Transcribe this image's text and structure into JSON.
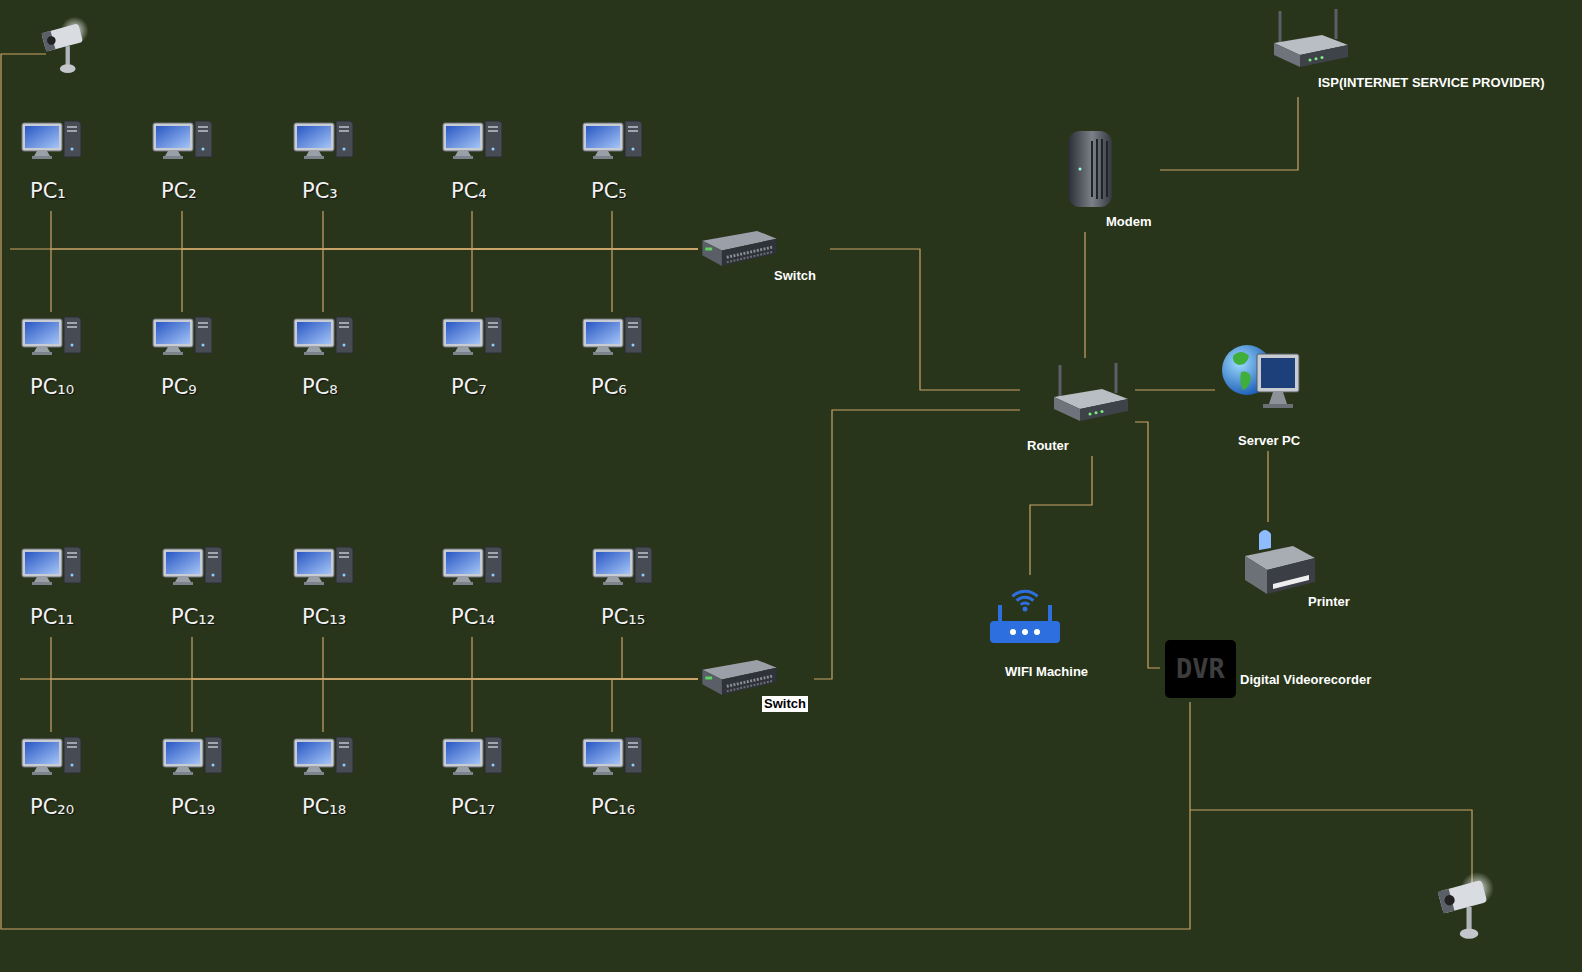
{
  "diagram": {
    "nodes": [
      {
        "text": [
          "PC₁"
        ]
      },
      {
        "text": [
          "PC₂"
        ]
      },
      {
        "text": [
          "PC₃"
        ]
      },
      {
        "text": [
          "PC₄"
        ]
      },
      {
        "text": [
          "PC₅"
        ]
      },
      {
        "text": [
          "ISP(INTERNET SERVICE PROVIDER)"
        ]
      },
      {
        "text": [
          "Modem"
        ]
      },
      {
        "text": [
          "Switch"
        ]
      },
      {
        "text": [
          "PC₁₀"
        ]
      },
      {
        "text": [
          "PC₉"
        ]
      },
      {
        "text": [
          "PC₈"
        ]
      },
      {
        "text": [
          "PC₇"
        ]
      },
      {
        "text": [
          "PC₆"
        ]
      },
      {
        "text": [
          "Router"
        ]
      },
      {
        "text": [
          "Server PC"
        ]
      },
      {
        "text": [
          "Printer"
        ]
      },
      {
        "text": [
          "PC₁₁"
        ]
      },
      {
        "text": [
          "PC₁₂"
        ]
      },
      {
        "text": [
          "PC₁₃"
        ]
      },
      {
        "text": [
          "PC₁₄"
        ]
      },
      {
        "text": [
          "PC₁₅"
        ]
      },
      {
        "text": [
          "WIFI Machine"
        ]
      },
      {
        "text": [
          "Switch"
        ]
      },
      {
        "text": [
          "DVR",
          "Digital Videorecorder"
        ]
      },
      {
        "text": [
          "PC₂₀"
        ]
      },
      {
        "text": [
          "PC₁₉"
        ]
      },
      {
        "text": [
          "PC₁₈"
        ]
      },
      {
        "text": [
          "PC₁₇"
        ]
      },
      {
        "text": [
          "PC₁₆"
        ]
      }
    ],
    "edges": [
      {
        "from": 0,
        "to": 7,
        "arrow": "none"
      },
      {
        "from": 1,
        "to": 7,
        "arrow": "none"
      },
      {
        "from": 2,
        "to": 7,
        "arrow": "none"
      },
      {
        "from": 3,
        "to": 7,
        "arrow": "none"
      },
      {
        "from": 4,
        "to": 7,
        "arrow": "none"
      },
      {
        "from": 8,
        "to": 7,
        "arrow": "none"
      },
      {
        "from": 9,
        "to": 7,
        "arrow": "none"
      },
      {
        "from": 10,
        "to": 7,
        "arrow": "none"
      },
      {
        "from": 11,
        "to": 7,
        "arrow": "none"
      },
      {
        "from": 12,
        "to": 7,
        "arrow": "none"
      },
      {
        "from": 7,
        "to": 13,
        "arrow": "none"
      },
      {
        "from": 16,
        "to": 22,
        "arrow": "none"
      },
      {
        "from": 17,
        "to": 22,
        "arrow": "none"
      },
      {
        "from": 18,
        "to": 22,
        "arrow": "none"
      },
      {
        "from": 19,
        "to": 22,
        "arrow": "none"
      },
      {
        "from": 20,
        "to": 22,
        "arrow": "none"
      },
      {
        "from": 24,
        "to": 22,
        "arrow": "none"
      },
      {
        "from": 25,
        "to": 22,
        "arrow": "none"
      },
      {
        "from": 26,
        "to": 22,
        "arrow": "none"
      },
      {
        "from": 27,
        "to": 22,
        "arrow": "none"
      },
      {
        "from": 28,
        "to": 22,
        "arrow": "none"
      },
      {
        "from": 22,
        "to": 13,
        "arrow": "none"
      },
      {
        "from": 6,
        "to": 5,
        "arrow": "none"
      },
      {
        "from": 6,
        "to": 13,
        "arrow": "none"
      },
      {
        "from": 13,
        "to": 21,
        "arrow": "none"
      },
      {
        "from": 13,
        "to": 14,
        "arrow": "none"
      },
      {
        "from": 14,
        "to": 15,
        "arrow": "none"
      },
      {
        "from": 13,
        "to": 23,
        "arrow": "none"
      }
    ]
  }
}
